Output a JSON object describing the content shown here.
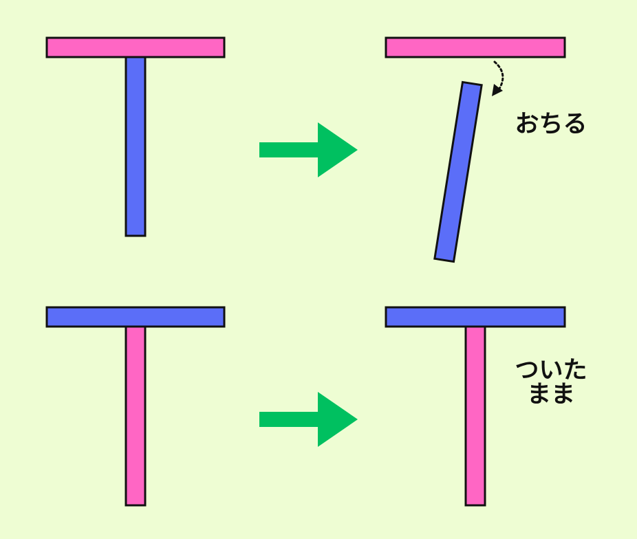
{
  "labels": {
    "falls": "おちる",
    "stays_line1": "ついた",
    "stays_line2": "まま"
  },
  "colors": {
    "background": "#eefdd3",
    "pink": "#ff66c4",
    "blue": "#5b6ef8",
    "arrow": "#00c060",
    "outline": "#111111"
  }
}
